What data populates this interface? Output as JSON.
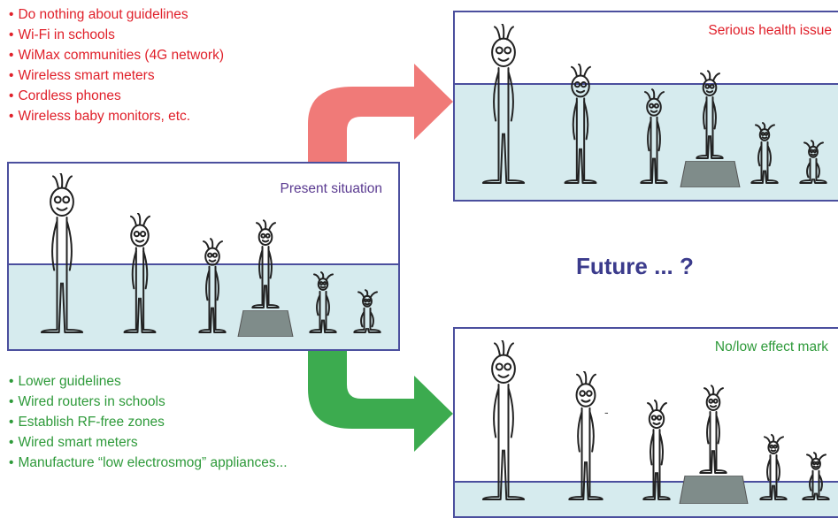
{
  "top_list": [
    "Do nothing about guidelines",
    "Wi-Fi in schools",
    "WiMax communities (4G network)",
    "Wireless smart meters",
    "Cordless phones",
    "Wireless baby monitors, etc."
  ],
  "bottom_list": [
    "Lower guidelines",
    "Wired routers in schools",
    "Establish RF-free zones",
    "Wired smart meters",
    "Manufacture “low electrosmog” appliances..."
  ],
  "panels": {
    "present": "Present situation",
    "serious": "Serious health issue",
    "noeffect": "No/low effect mark"
  },
  "future_label": "Future ... ?",
  "stray_mark": "-",
  "colors": {
    "red_text": "#e0202a",
    "green_text": "#2e9a3a",
    "panel_border": "#4b4f9e",
    "water": "#d6ebee",
    "pedestal": "#7f8c8a",
    "arrow_red": "#f07a78",
    "arrow_green": "#3cab4f",
    "future_text": "#3b3b8c"
  }
}
